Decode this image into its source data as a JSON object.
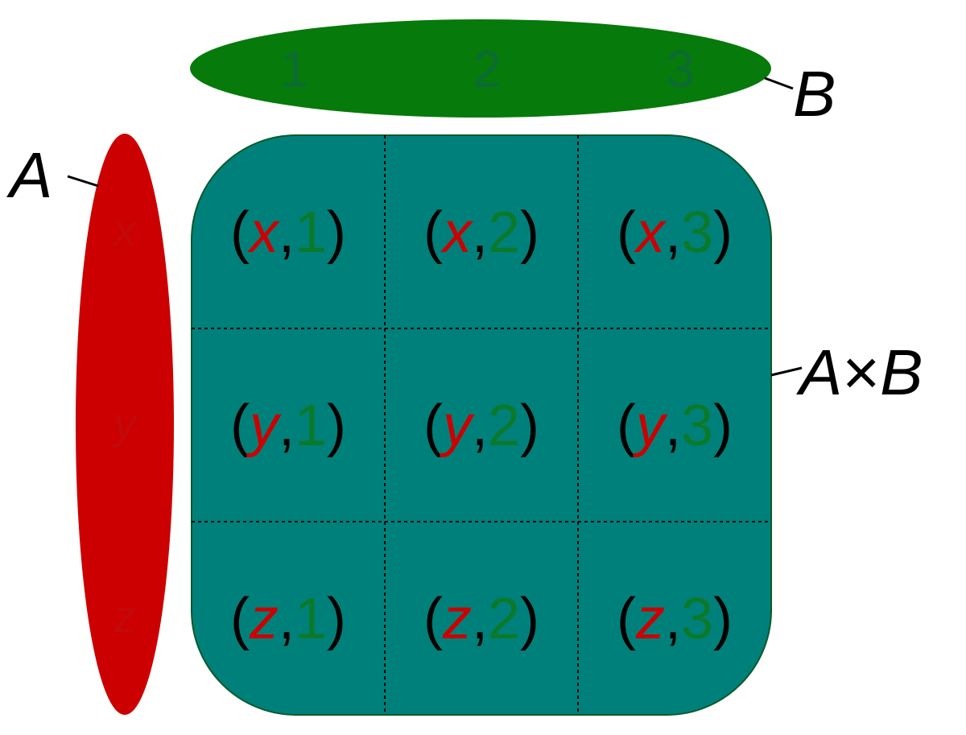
{
  "colors": {
    "set_a": "#cc0000",
    "set_b": "#067a0a",
    "product": "#00807a",
    "set_a_text": "#cc0000",
    "set_b_text": "#0a7a2a",
    "ink": "#000000"
  },
  "labels": {
    "set_a": "A",
    "set_b": "B",
    "product_a": "A",
    "product_times": "×",
    "product_b": "B"
  },
  "set_a_elements": [
    "x",
    "y",
    "z"
  ],
  "set_b_elements": [
    "1",
    "2",
    "3"
  ],
  "cells": [
    [
      {
        "a": "x",
        "b": "1"
      },
      {
        "a": "x",
        "b": "2"
      },
      {
        "a": "x",
        "b": "3"
      }
    ],
    [
      {
        "a": "y",
        "b": "1"
      },
      {
        "a": "y",
        "b": "2"
      },
      {
        "a": "y",
        "b": "3"
      }
    ],
    [
      {
        "a": "z",
        "b": "1"
      },
      {
        "a": "z",
        "b": "2"
      },
      {
        "a": "z",
        "b": "3"
      }
    ]
  ],
  "punctuation": {
    "open": "(",
    "comma": ",",
    "close": ")"
  }
}
